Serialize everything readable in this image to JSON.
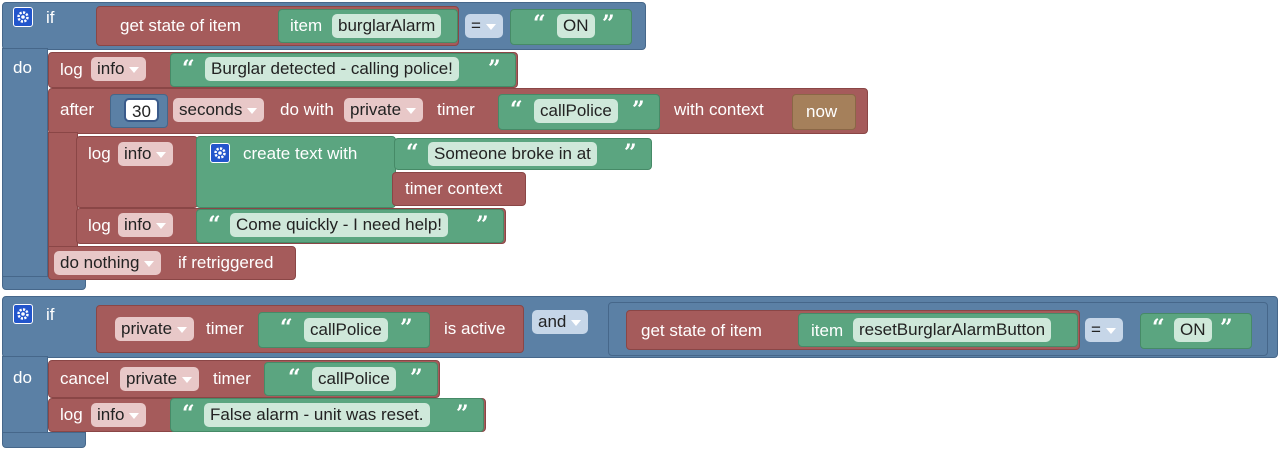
{
  "kw": {
    "if": "if",
    "do": "do",
    "and": "and",
    "eq": "="
  },
  "block1": {
    "cond": {
      "get_state": "get state of item",
      "item": "item",
      "item_name": "burglarAlarm",
      "eq_op": "=",
      "value": "ON"
    },
    "log1": {
      "log": "log",
      "level": "info",
      "text": "Burglar detected - calling police!"
    },
    "after": {
      "after": "after",
      "delay": "30",
      "unit": "seconds",
      "do_with": "do with",
      "scope": "private",
      "timer": "timer",
      "timer_name": "callPolice",
      "with_context": "with context",
      "context": "now",
      "log_a": {
        "log": "log",
        "level": "info",
        "create_text": "create text with",
        "text1": "Someone broke in at",
        "text2": "timer context"
      },
      "log_b": {
        "log": "log",
        "level": "info",
        "text": "Come quickly - I need help!"
      },
      "retrigger_option": "do nothing",
      "retrigger_label": "if retriggered"
    }
  },
  "block2": {
    "cond_left": {
      "scope": "private",
      "timer": "timer",
      "timer_name": "callPolice",
      "is_active": "is active"
    },
    "cond_right": {
      "get_state": "get state of item",
      "item": "item",
      "item_name": "resetBurglarAlarmButton",
      "eq_op": "=",
      "value": "ON"
    },
    "cancel": {
      "cancel": "cancel",
      "scope": "private",
      "timer": "timer",
      "timer_name": "callPolice"
    },
    "log": {
      "log": "log",
      "level": "info",
      "text": "False alarm - unit was reset."
    }
  },
  "colors": {
    "logic": "#5b80a5",
    "openhab": "#a55b5b",
    "text": "#5ba580",
    "context": "#a5805b",
    "mutator": "#2255cc"
  },
  "icons": {
    "mutator": "gear-icon",
    "quote": "quote-icon",
    "dropdown": "chevron-down-icon"
  }
}
